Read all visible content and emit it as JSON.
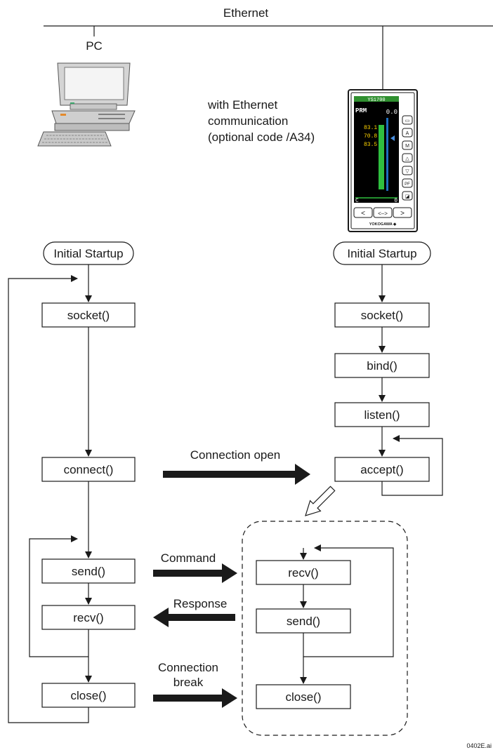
{
  "network": {
    "label": "Ethernet"
  },
  "pc": {
    "label": "PC"
  },
  "controller": {
    "caption_lines": [
      "with Ethernet",
      "communication",
      "(optional code /A34)"
    ],
    "screen": {
      "header": "YS1700",
      "mode": "PRM",
      "pv_top": "0.0",
      "values": [
        "83.1",
        "70.8",
        "83.5"
      ],
      "bottom_left": "C",
      "bottom_right": "0"
    },
    "keys": [
      "▭",
      "A",
      "M",
      "△",
      "▽",
      "PF",
      "◪"
    ],
    "nav_keys": [
      "<",
      "<–>",
      ">"
    ],
    "brand": "YOKOGAWA ◆"
  },
  "client_flow": {
    "start": "Initial Startup",
    "socket": "socket()",
    "connect": "connect()",
    "send": "send()",
    "recv": "recv()",
    "close": "close()"
  },
  "server_flow": {
    "start": "Initial Startup",
    "socket": "socket()",
    "bind": "bind()",
    "listen": "listen()",
    "accept": "accept()",
    "recv": "recv()",
    "send": "send()",
    "close": "close()"
  },
  "messages": {
    "connection_open": "Connection open",
    "command": "Command",
    "response": "Response",
    "connection_break_lines": [
      "Connection",
      "break"
    ]
  },
  "figure_code": "0402E.ai"
}
